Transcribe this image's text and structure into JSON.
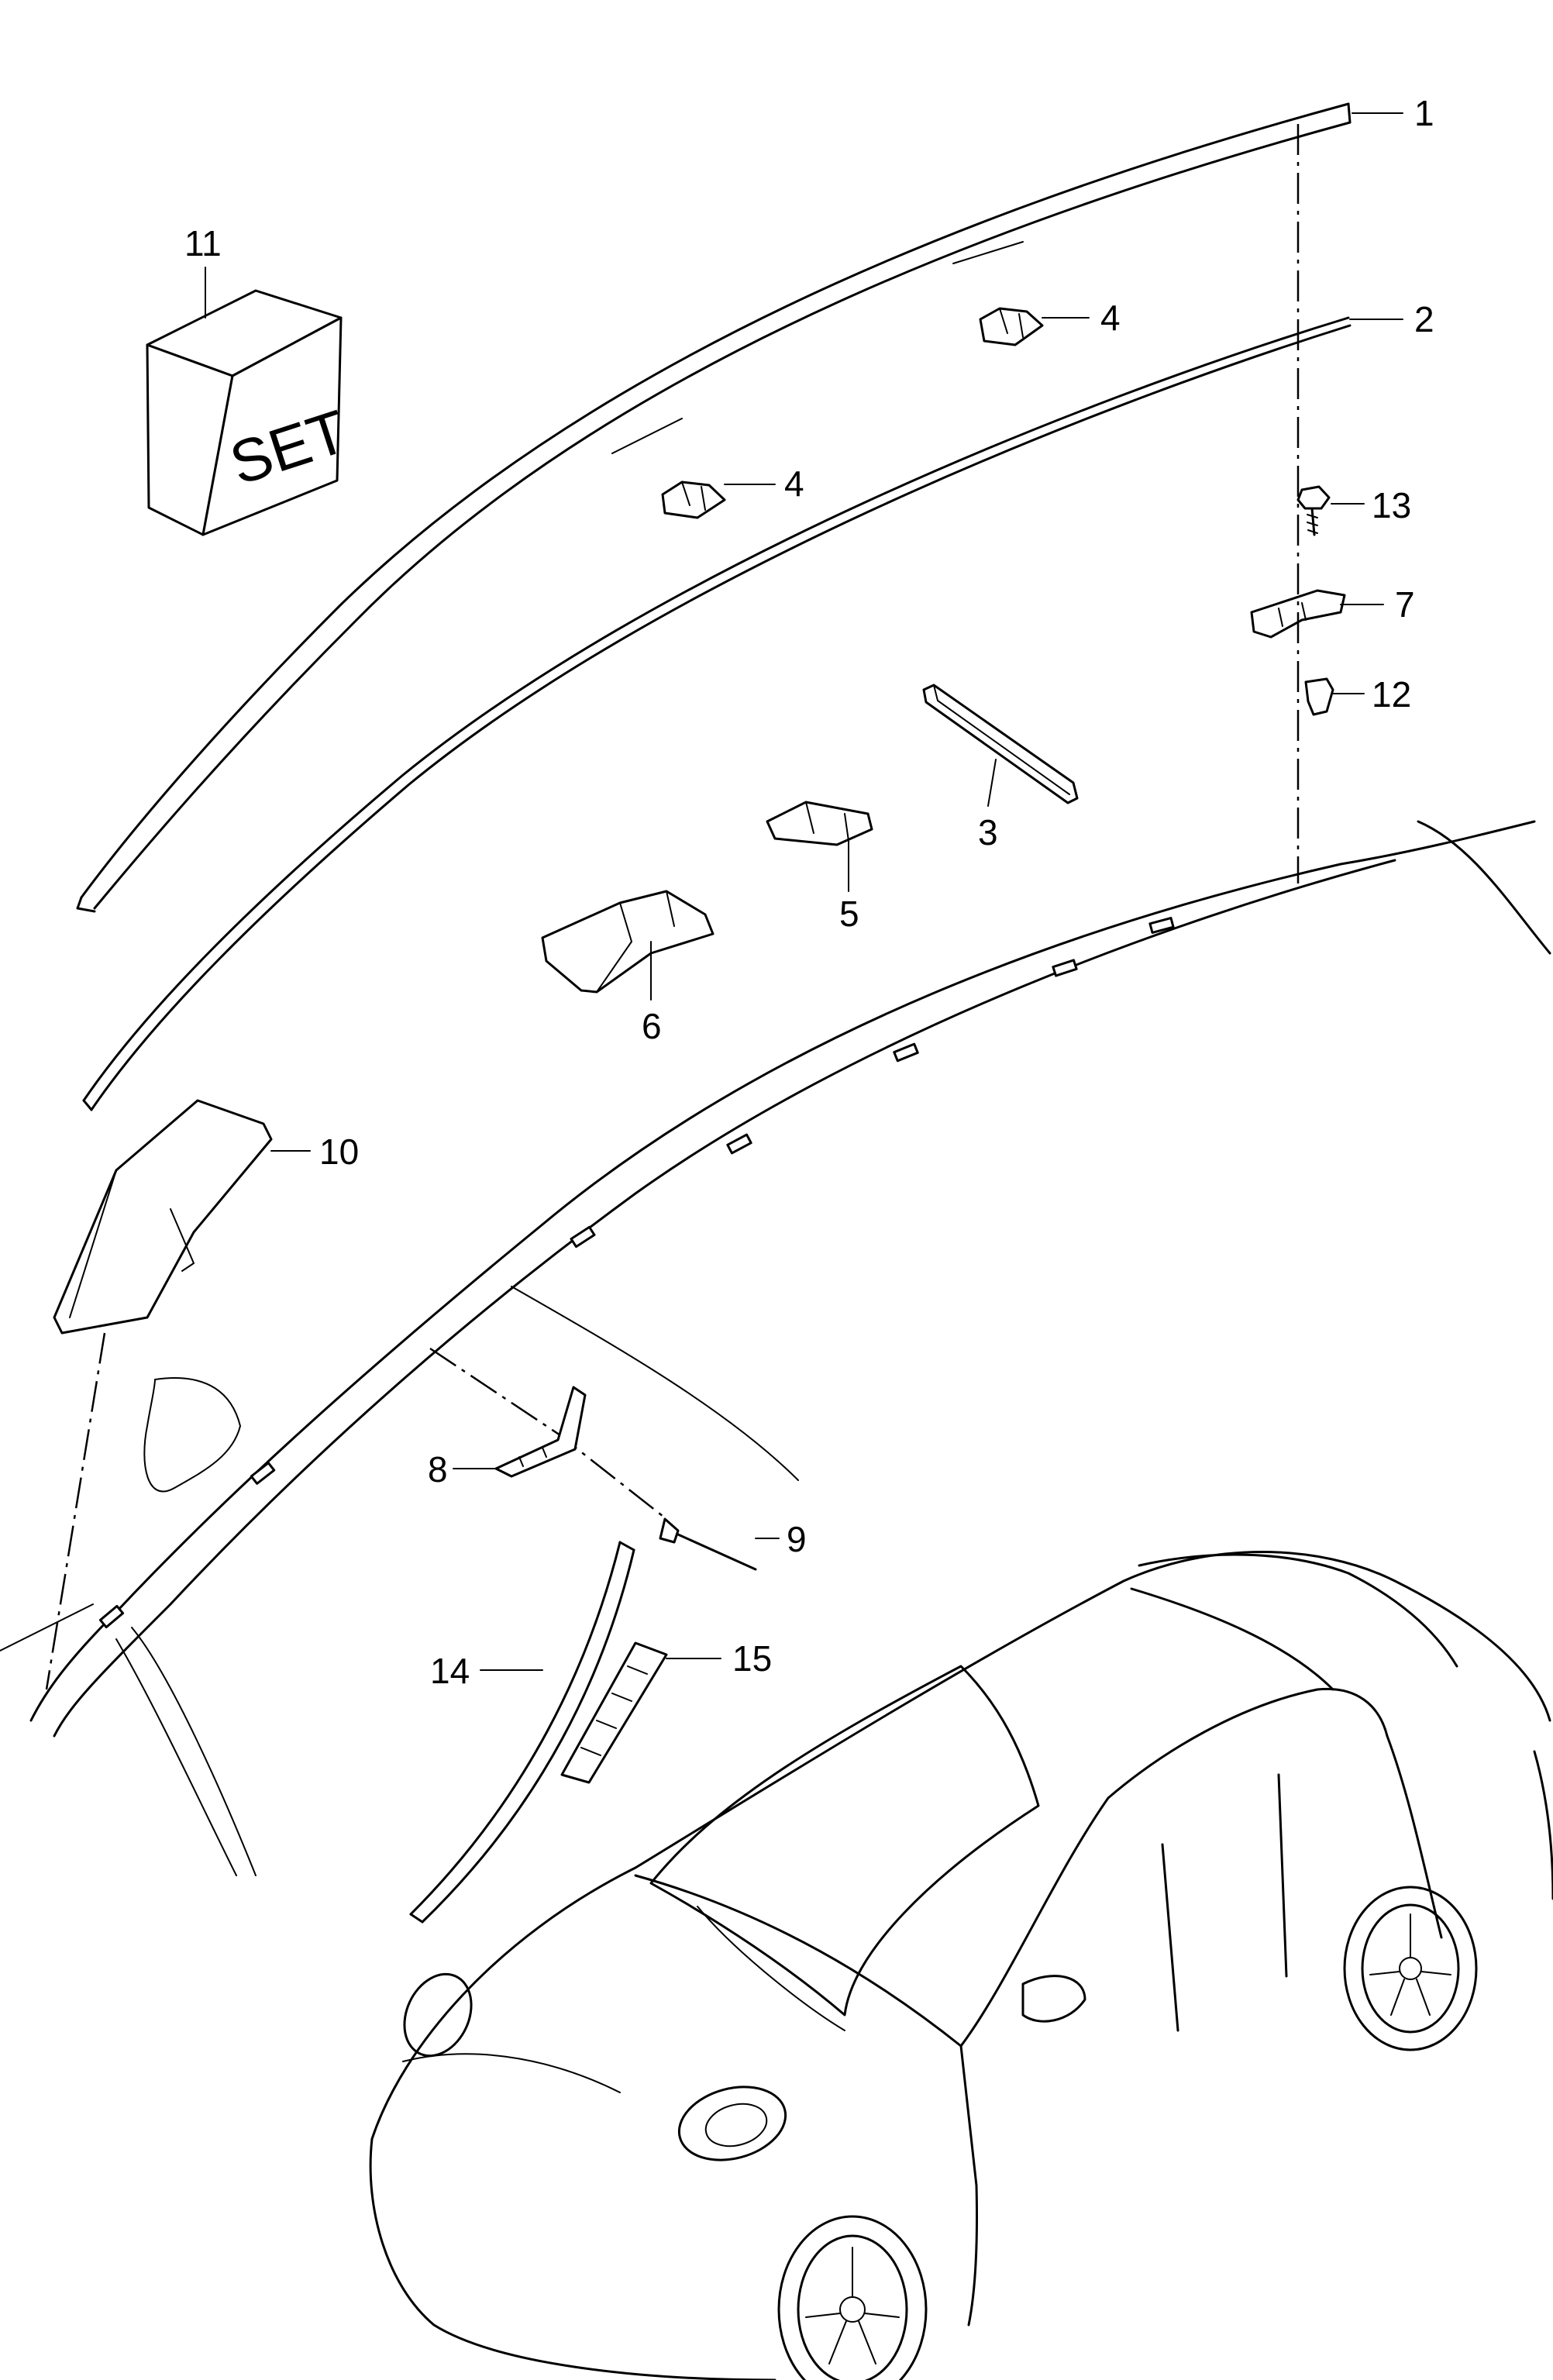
{
  "diagram": {
    "callouts": [
      {
        "id": "c1",
        "text": "1"
      },
      {
        "id": "c2",
        "text": "2"
      },
      {
        "id": "c3",
        "text": "3"
      },
      {
        "id": "c4a",
        "text": "4"
      },
      {
        "id": "c4b",
        "text": "4"
      },
      {
        "id": "c5",
        "text": "5"
      },
      {
        "id": "c6",
        "text": "6"
      },
      {
        "id": "c7",
        "text": "7"
      },
      {
        "id": "c8",
        "text": "8"
      },
      {
        "id": "c9",
        "text": "9"
      },
      {
        "id": "c10",
        "text": "10"
      },
      {
        "id": "c11",
        "text": "11"
      },
      {
        "id": "c12",
        "text": "12"
      },
      {
        "id": "c13",
        "text": "13"
      },
      {
        "id": "c14",
        "text": "14"
      },
      {
        "id": "c15",
        "text": "15"
      }
    ],
    "set_box_label": "SET"
  }
}
